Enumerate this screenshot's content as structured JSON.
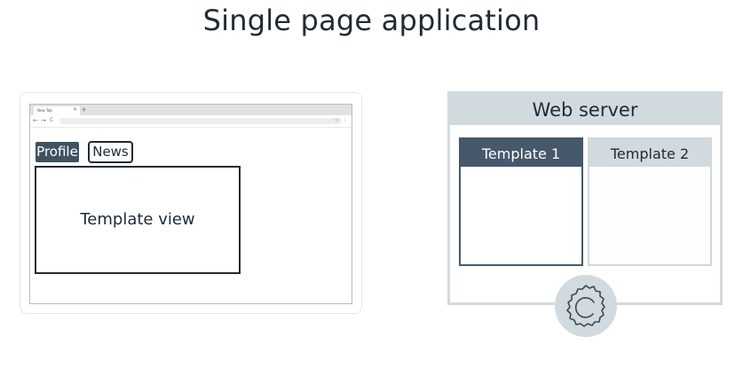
{
  "title": "Single page application",
  "browser": {
    "tab_label": "New Tab",
    "tab_close": "×",
    "new_tab": "+",
    "back_icon": "←",
    "forward_icon": "→",
    "reload_icon": "C",
    "star_icon": "☆",
    "menu_icon": "⋮"
  },
  "nav": {
    "profile_label": "Profile",
    "news_label": "News"
  },
  "template_view": {
    "label": "Template view"
  },
  "server": {
    "title": "Web server",
    "templates": [
      {
        "label": "Template 1"
      },
      {
        "label": "Template 2"
      }
    ],
    "gear_icon": "gear-icon"
  },
  "colors": {
    "dark": "#1f2a36",
    "slate": "#46596a",
    "light_slate": "#d1dade"
  }
}
